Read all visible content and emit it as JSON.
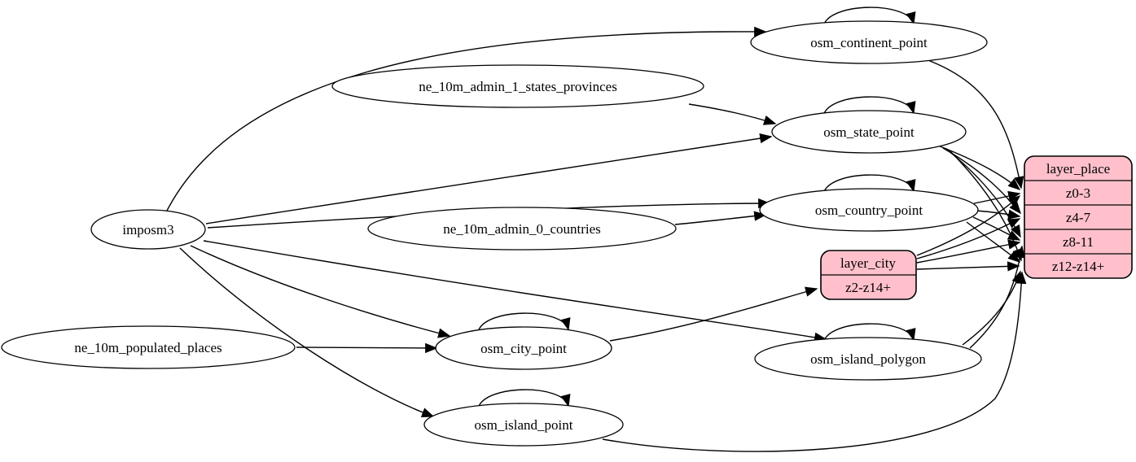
{
  "diagram_type": "etl-dependency-graph",
  "colors": {
    "record_fill": "#ffc0cb",
    "node_fill": "#ffffff",
    "stroke": "#000000",
    "background": "#ffffff"
  },
  "nodes": {
    "imposm3": {
      "label": "imposm3"
    },
    "ne1": {
      "label": "ne_10m_admin_1_states_provinces"
    },
    "ne0": {
      "label": "ne_10m_admin_0_countries"
    },
    "nepp": {
      "label": "ne_10m_populated_places"
    },
    "continent": {
      "label": "osm_continent_point"
    },
    "state": {
      "label": "osm_state_point"
    },
    "country": {
      "label": "osm_country_point"
    },
    "city": {
      "label": "osm_city_point"
    },
    "island_polygon": {
      "label": "osm_island_polygon"
    },
    "island_point": {
      "label": "osm_island_point"
    }
  },
  "records": {
    "layer_place": {
      "title": "layer_place",
      "rows": [
        "z0-3",
        "z4-7",
        "z8-11",
        "z12-z14+"
      ]
    },
    "layer_city": {
      "title": "layer_city",
      "rows": [
        "z2-z14+"
      ]
    }
  },
  "edges": [
    {
      "from": "imposm3",
      "to": "osm_continent_point"
    },
    {
      "from": "imposm3",
      "to": "osm_state_point"
    },
    {
      "from": "imposm3",
      "to": "osm_country_point"
    },
    {
      "from": "imposm3",
      "to": "osm_city_point"
    },
    {
      "from": "imposm3",
      "to": "osm_island_polygon"
    },
    {
      "from": "imposm3",
      "to": "osm_island_point"
    },
    {
      "from": "ne_10m_admin_1_states_provinces",
      "to": "osm_state_point"
    },
    {
      "from": "ne_10m_admin_0_countries",
      "to": "osm_country_point"
    },
    {
      "from": "ne_10m_populated_places",
      "to": "osm_city_point"
    },
    {
      "from": "osm_continent_point",
      "to": "osm_continent_point",
      "self_loop": true
    },
    {
      "from": "osm_state_point",
      "to": "osm_state_point",
      "self_loop": true
    },
    {
      "from": "osm_country_point",
      "to": "osm_country_point",
      "self_loop": true
    },
    {
      "from": "osm_city_point",
      "to": "osm_city_point",
      "self_loop": true
    },
    {
      "from": "osm_island_polygon",
      "to": "osm_island_polygon",
      "self_loop": true
    },
    {
      "from": "osm_island_point",
      "to": "osm_island_point",
      "self_loop": true
    },
    {
      "from": "osm_continent_point",
      "to": "layer_place",
      "row": "z0-3"
    },
    {
      "from": "osm_state_point",
      "to": "layer_place",
      "row": "z0-3"
    },
    {
      "from": "osm_state_point",
      "to": "layer_place",
      "row": "z4-7"
    },
    {
      "from": "osm_state_point",
      "to": "layer_place",
      "row": "z8-11"
    },
    {
      "from": "osm_state_point",
      "to": "layer_place",
      "row": "z12-z14+"
    },
    {
      "from": "osm_country_point",
      "to": "layer_place",
      "row": "z0-3"
    },
    {
      "from": "osm_country_point",
      "to": "layer_place",
      "row": "z4-7"
    },
    {
      "from": "osm_country_point",
      "to": "layer_place",
      "row": "z8-11"
    },
    {
      "from": "osm_country_point",
      "to": "layer_place",
      "row": "z12-z14+"
    },
    {
      "from": "osm_island_polygon",
      "to": "layer_place",
      "row": "z8-11"
    },
    {
      "from": "osm_island_polygon",
      "to": "layer_place",
      "row": "z12-z14+"
    },
    {
      "from": "osm_island_point",
      "to": "layer_place",
      "row": "z12-z14+"
    },
    {
      "from": "osm_city_point",
      "to": "layer_city",
      "row": "z2-z14+"
    },
    {
      "from": "layer_city",
      "to": "layer_place",
      "row": "z0-3"
    },
    {
      "from": "layer_city",
      "to": "layer_place",
      "row": "z4-7"
    },
    {
      "from": "layer_city",
      "to": "layer_place",
      "row": "z8-11"
    },
    {
      "from": "layer_city",
      "to": "layer_place",
      "row": "z12-z14+"
    }
  ]
}
